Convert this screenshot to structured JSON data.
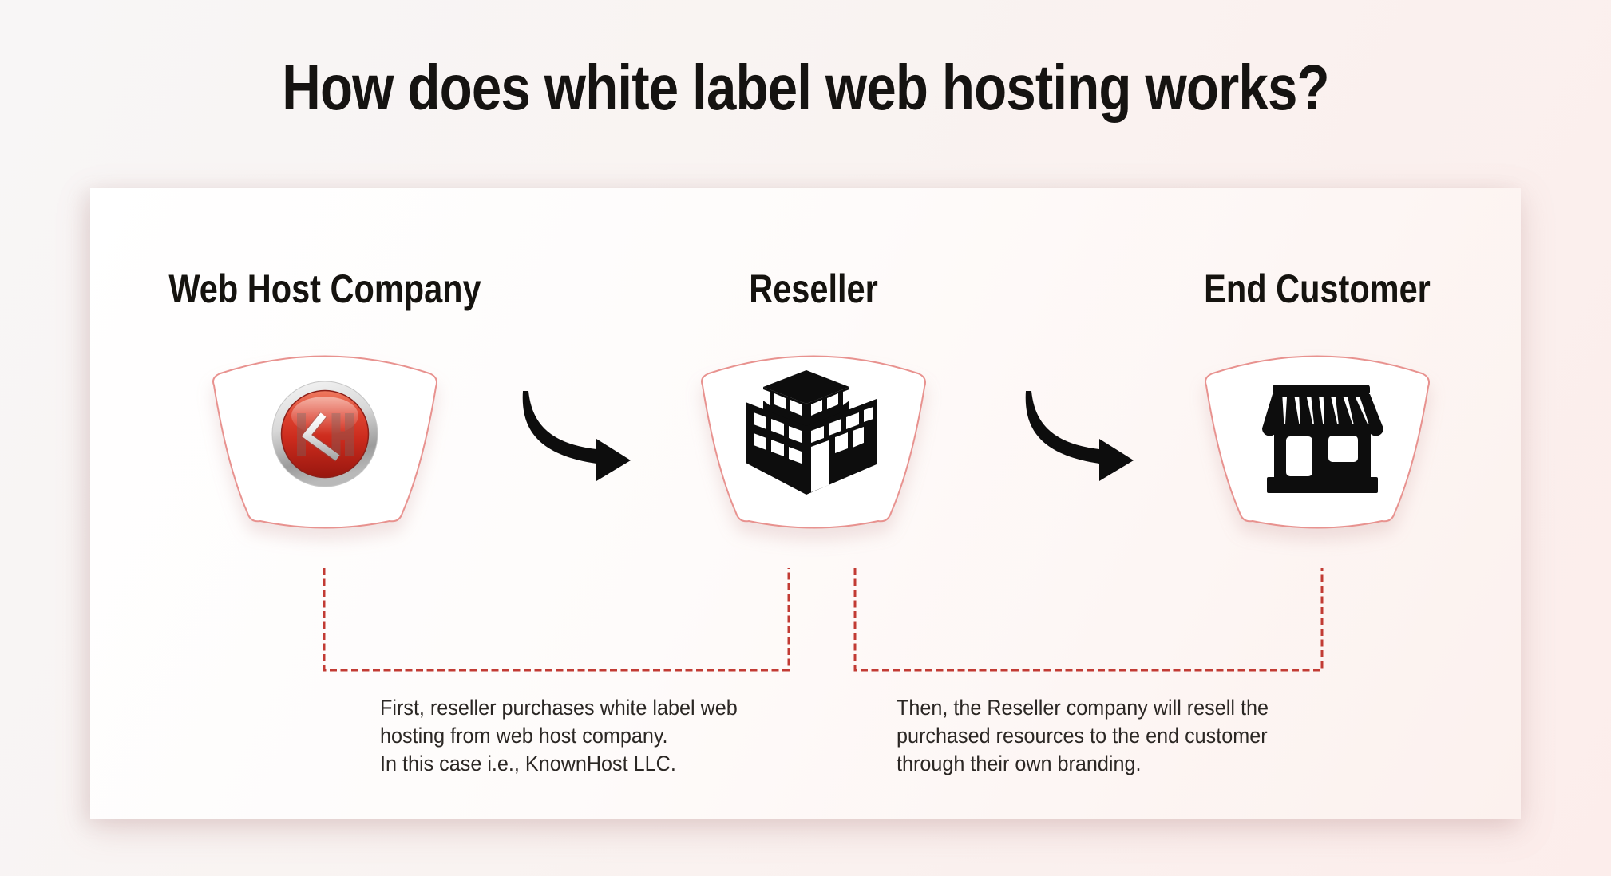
{
  "title": "How does white label web hosting works?",
  "columns": [
    {
      "label": "Web Host Company",
      "icon": "knownhost-logo"
    },
    {
      "label": "Reseller",
      "icon": "office-building"
    },
    {
      "label": "End Customer",
      "icon": "storefront"
    }
  ],
  "captions": [
    {
      "lines": [
        "First, reseller purchases white label web",
        "hosting from web host company.",
        "In this case i.e., KnownHost LLC."
      ]
    },
    {
      "lines": [
        "Then, the Reseller company will resell the",
        "purchased resources to the end customer",
        "through their own branding."
      ]
    }
  ],
  "colors": {
    "dashed_connector": "#c23b34",
    "fan_border": "#e8928f",
    "icon_black": "#0d0d0d",
    "logo_red": "#cc2b1d",
    "background_tint": "#fcedeb",
    "text": "#15130f"
  }
}
